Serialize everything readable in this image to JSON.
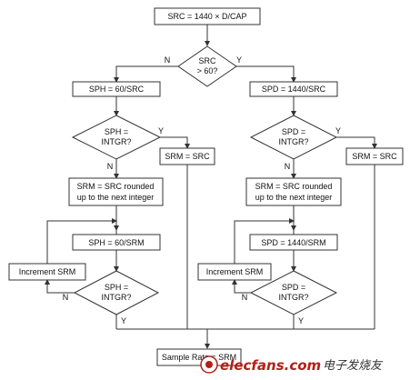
{
  "flowchart": {
    "nodes": {
      "start": "SRC = 1440 × D/CAP",
      "cond_src_line1": "SRC",
      "cond_src_line2": "> 60?",
      "sph_calc": "SPH = 60/SRC",
      "spd_calc": "SPD = 1440/SRC",
      "left_intgr_line1": "SPH =",
      "left_intgr_line2": "INTGR?",
      "right_intgr_line1": "SPD =",
      "right_intgr_line2": "INTGR?",
      "left_srm_src": "SRM = SRC",
      "right_srm_src": "SRM = SRC",
      "left_round_line1": "SRM = SRC rounded",
      "left_round_line2": "up to the next integer",
      "right_round_line1": "SRM = SRC rounded",
      "right_round_line2": "up to the next integer",
      "sph_srm": "SPH = 60/SRM",
      "spd_srm": "SPD = 1440/SRM",
      "left_increment": "Increment SRM",
      "right_increment": "Increment SRM",
      "left_intgr2_line1": "SPH =",
      "left_intgr2_line2": "INTGR?",
      "right_intgr2_line1": "SPD =",
      "right_intgr2_line2": "INTGR?",
      "end": "Sample Rate = SRM"
    },
    "branch_labels": {
      "no": "N",
      "yes": "Y"
    }
  },
  "watermark": {
    "site": "elecfans.com",
    "cn": "电子发烧友"
  },
  "colors": {
    "stroke": "#333333",
    "watermark_red": "#b22018"
  }
}
